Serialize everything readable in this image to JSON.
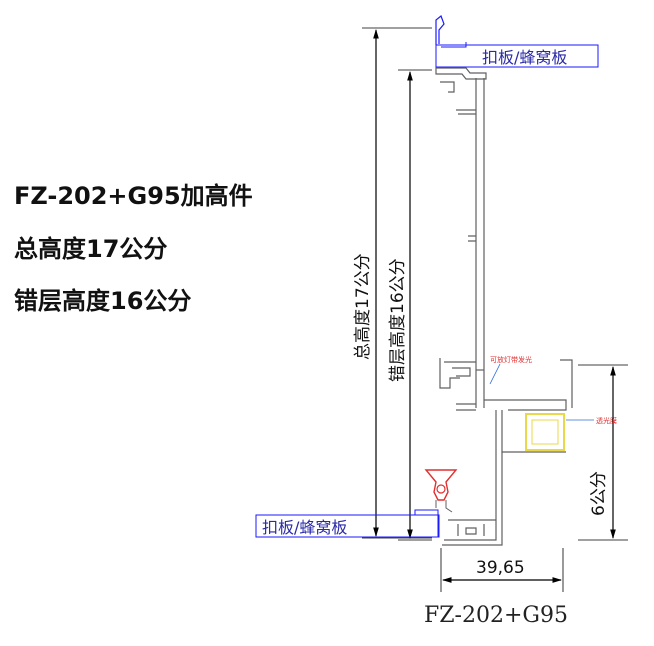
{
  "spec_lines": [
    "FZ-202+G95加高件",
    "总高度17公分",
    "错层高度16公分"
  ],
  "labels": {
    "top_panel": "扣板/蜂窝板",
    "bottom_panel": "扣板/蜂窝板",
    "total_height_dim": "总高度17公分",
    "step_height_dim": "错层高度16公分",
    "right_height_dim": "6公分",
    "width_dim": "39,65",
    "model": "FZ-202+G95",
    "note_light": "可放灯带发光",
    "note_side": "透光膜"
  },
  "colors": {
    "profile": "#606060",
    "panel_outline": "#1a1aff",
    "panel_text": "#2a2aa8",
    "dimension": "#000000",
    "note_red": "#e03030",
    "accent_yellow": "#e8d84a"
  }
}
